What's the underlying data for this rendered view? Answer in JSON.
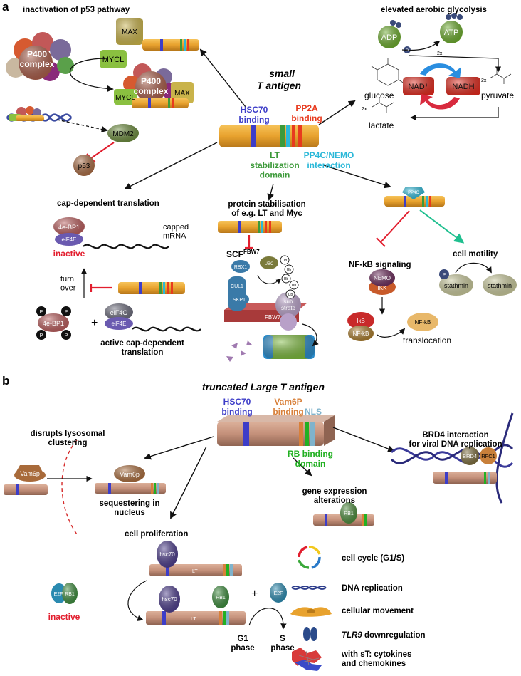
{
  "panel_a": {
    "letter": "a",
    "title_line1": "small",
    "title_line2": "T antigen",
    "hsc70": "HSC70\nbinding",
    "pp2a": "PP2A\nbinding",
    "lt_domain": "LT\nstabilization\ndomain",
    "pp4c": "PP4C/NEMO\ninteraction",
    "p53_section": {
      "heading": "inactivation of p53 pathway",
      "max": "MAX",
      "mycl": "MYCL",
      "p400": "P400\ncomplex",
      "p400_b": "P400\ncomplex",
      "mycl_b": "MYCL",
      "max_b": "MAX",
      "mdm2": "MDM2",
      "p53": "p53"
    },
    "glycolysis": {
      "heading": "elevated aerobic glycolysis",
      "adp": "ADP",
      "atp": "ATP",
      "p": "P",
      "x2a": "2x",
      "x2b": "2x",
      "x2c": "2x",
      "glucose": "glucose",
      "pyruvate": "pyruvate",
      "lactate": "lactate",
      "nad": "NAD⁺",
      "nadh": "NADH"
    },
    "cap": {
      "heading": "cap-dependent translation",
      "bp1": "4e-BP1",
      "eif4e": "eiF4E",
      "inactive": "inactive",
      "capped": "capped\nmRNA",
      "turnover": "turn\nover",
      "bp1_b": "4e-BP1",
      "p": "P",
      "plus": "+",
      "eif4g": "eiF4G",
      "eif4e_b": "eiF4E",
      "active": "active cap-dependent\ntranslation"
    },
    "stab": {
      "heading": "protein stabilisation\nof e.g. LT and Myc",
      "scf": "SCF",
      "scf_sup": "FBW7",
      "rbx1": "RBX1",
      "cul1": "CUL1",
      "skp1": "SKP1",
      "fbw7": "FBW7",
      "ubc": "UBC",
      "ub": "Ub",
      "substrate": "sub\nstrate"
    },
    "nfkb": {
      "pp4c": "PP4C",
      "heading": "NF-kB signaling",
      "nemo": "NEMO",
      "ikk": "IKK",
      "ikb": "IkB",
      "nfkb1": "NF-kB",
      "nfkb2": "NF-kB",
      "transloc": "translocation"
    },
    "motility": {
      "heading": "cell motility",
      "p": "P",
      "stathmin1": "stathmin",
      "stathmin2": "stathmin"
    }
  },
  "panel_b": {
    "letter": "b",
    "title": "truncated Large T antigen",
    "hsc70": "HSC70\nbinding",
    "vam6p": "Vam6P\nbinding",
    "nls": "NLS",
    "rb": "RB binding\ndomain",
    "lyso": "disrupts lysosomal\nclustering",
    "vam6p_a": "Vam6p",
    "vam6p_b": "Vam6p",
    "seq": "sequestering in\nnucleus",
    "brd4_heading": "BRD4 interaction\nfor viral DNA replication",
    "brd4": "BRD4",
    "rfc1": "RFC1",
    "gene": "gene expression\nalterations",
    "rb1_gene": "RB1",
    "prolif": "cell proliferation",
    "hsc70_a": "hsc70",
    "lt_a": "LT",
    "e2f_a": "E2F",
    "rb1_a": "RB1",
    "inactive": "inactive",
    "hsc70_b": "hsc70",
    "rb1_b": "RB1",
    "lt_b": "LT",
    "plus": "+",
    "e2f_b": "E2F",
    "g1": "G1\nphase",
    "s": "S\nphase",
    "legend": {
      "cell_cycle": "cell cycle (G1/S)",
      "dna": "DNA replication",
      "movement": "cellular movement",
      "tlr9": "TLR9",
      "tlr9_rest": " downregulation",
      "st": "with sT: cytokines\nand chemokines"
    }
  },
  "colors": {
    "st_bar": "#e8a22e",
    "lt_bar": "#c4907a",
    "hsc70": "#3d3dc8",
    "pp2a": "#e83a1e",
    "lt_stab": "#3d9a3a",
    "pp4c": "#2bb8d8",
    "vam6p": "#d8803a",
    "rb": "#22b022",
    "nls": "#7fb3cc",
    "inactive": "#e21e2e"
  }
}
